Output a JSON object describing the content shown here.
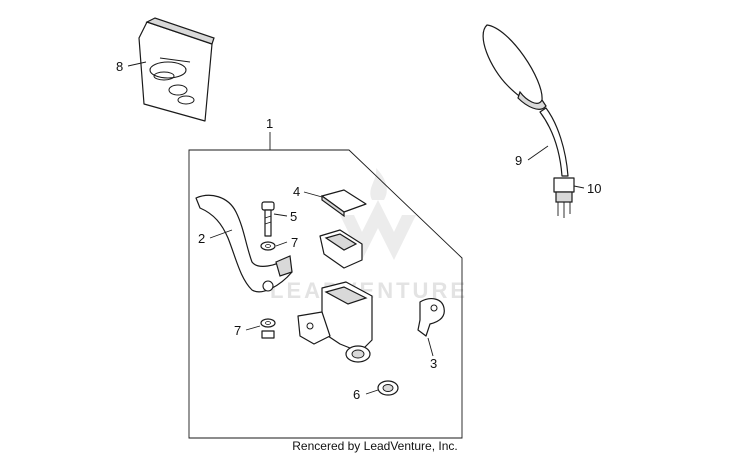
{
  "diagram": {
    "watermark_text": "LEADVENTURE",
    "credit_text": "Rencered by LeadVenture, Inc.",
    "callouts": [
      {
        "id": "c1",
        "label": "1"
      },
      {
        "id": "c2",
        "label": "2"
      },
      {
        "id": "c3",
        "label": "3"
      },
      {
        "id": "c4",
        "label": "4"
      },
      {
        "id": "c5",
        "label": "5"
      },
      {
        "id": "c6",
        "label": "6"
      },
      {
        "id": "c7a",
        "label": "7"
      },
      {
        "id": "c7b",
        "label": "7"
      },
      {
        "id": "c8",
        "label": "8"
      },
      {
        "id": "c9",
        "label": "9"
      },
      {
        "id": "c10",
        "label": "10"
      }
    ]
  }
}
